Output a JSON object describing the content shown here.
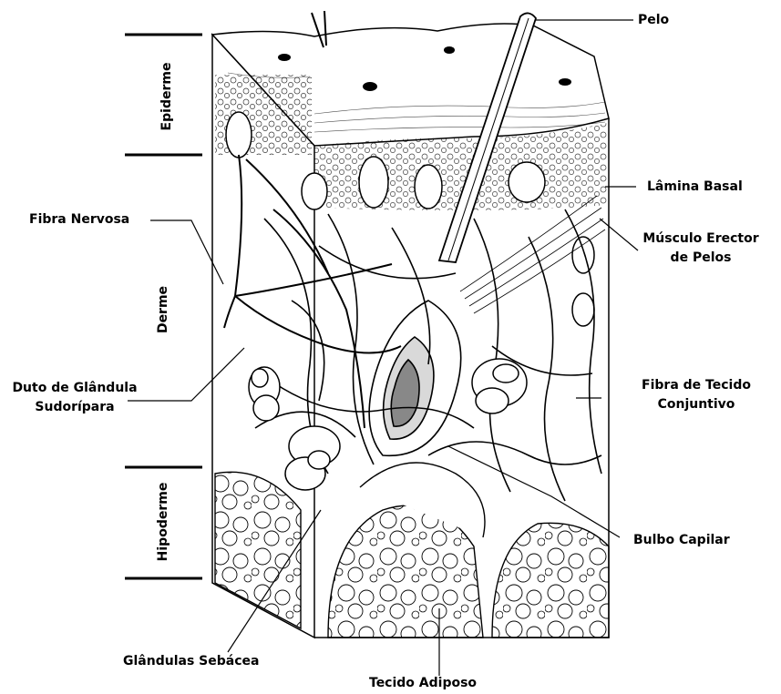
{
  "layers": {
    "epiderme": "Epiderme",
    "derme": "Derme",
    "hipoderme": "Hipoderme"
  },
  "labels": {
    "pelo": "Pelo",
    "lamina_basal": "Lâmina Basal",
    "musculo_erector_1": "Músculo Erector",
    "musculo_erector_2": "de Pelos",
    "fibra_tecido_1": "Fibra de Tecido",
    "fibra_tecido_2": "Conjuntivo",
    "bulbo_capilar": "Bulbo Capilar",
    "fibra_nervosa": "Fibra Nervosa",
    "duto_1": "Duto de Glândula",
    "duto_2": "Sudorípara",
    "glandulas_sebacea": "Glândulas Sebácea",
    "tecido_adiposo": "Tecido Adiposo"
  },
  "colors": {
    "ink": "#000000",
    "background": "#ffffff"
  }
}
